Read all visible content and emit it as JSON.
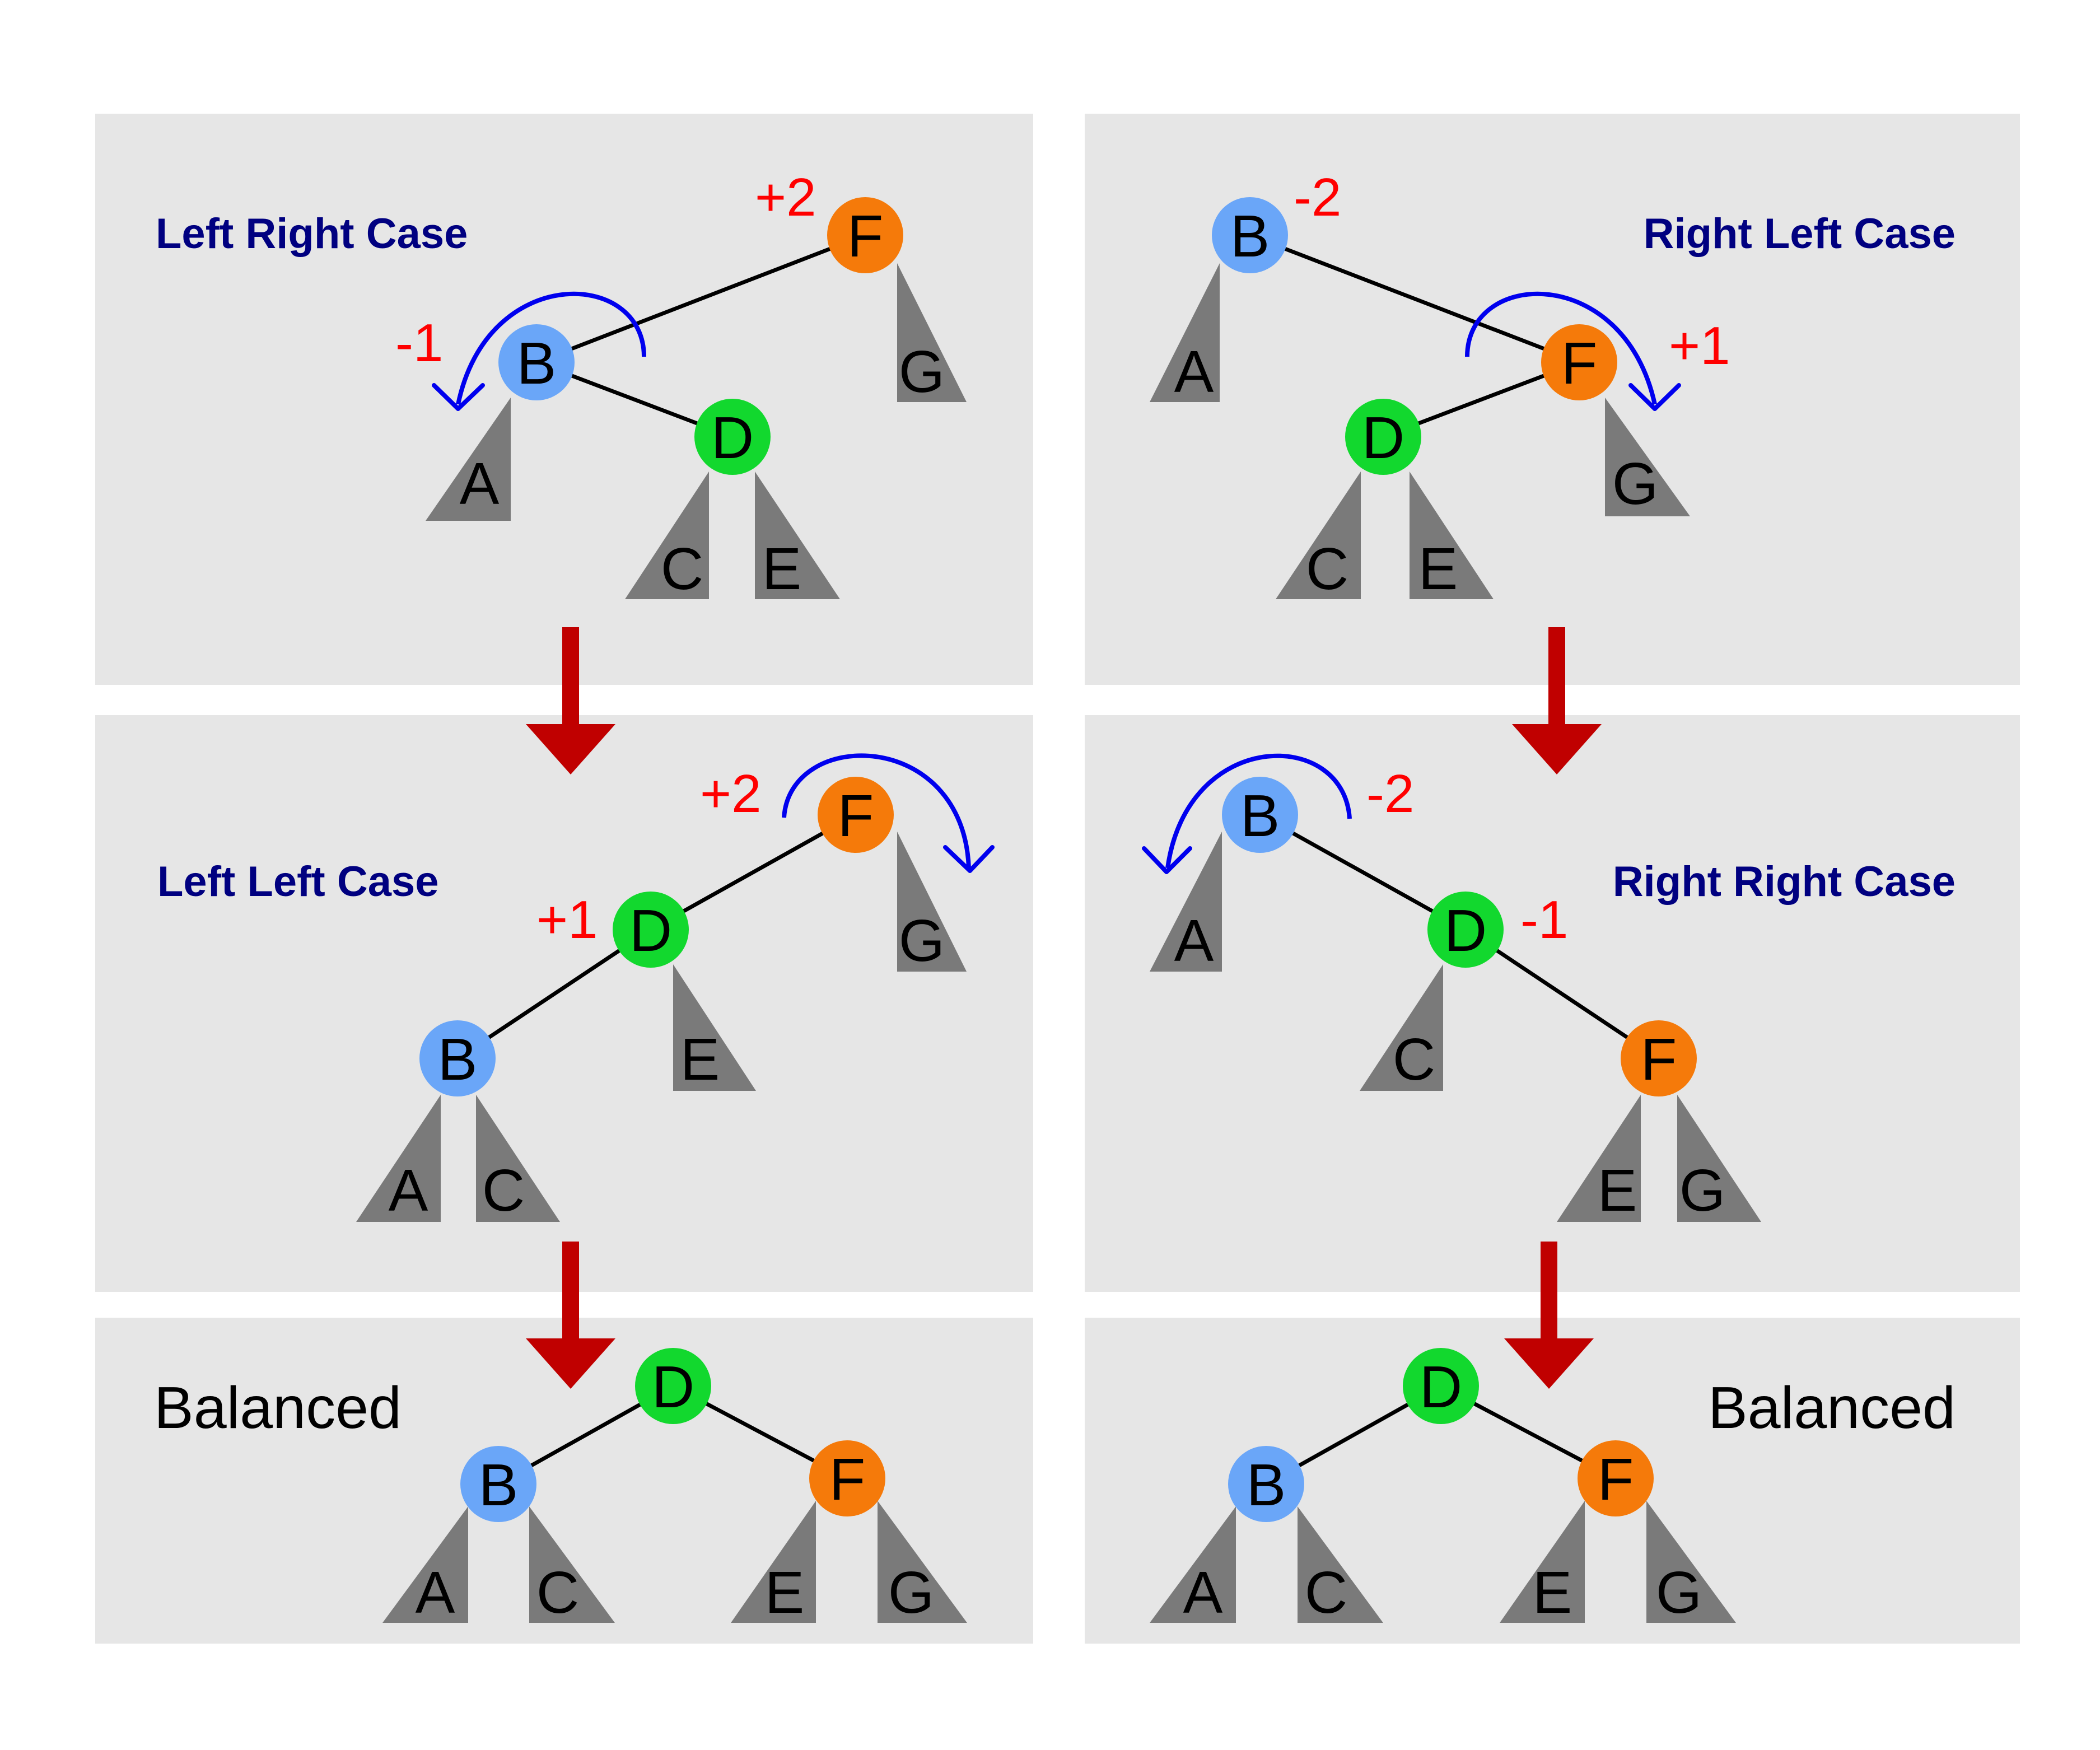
{
  "colors": {
    "panel_bg": "#e6e6e6",
    "node_b": "#6aa6f8",
    "node_d": "#12d82e",
    "node_f": "#f57a0a",
    "subtree": "#7a7a7a",
    "rotation_arrow": "#0000ee",
    "flow_arrow": "#c00000",
    "balance_factor": "#ff0000",
    "case_title": "#000080"
  },
  "icons": {
    "subtree": "triangle-icon",
    "rotation": "curved-arrow-icon",
    "step": "down-arrow-icon"
  },
  "left_right_case": {
    "title": "Left Right Case",
    "nodes": {
      "f": "F",
      "b": "B",
      "d": "D"
    },
    "balances": {
      "f": "+2",
      "b": "-1"
    },
    "subtrees": {
      "a": "A",
      "c": "C",
      "e": "E",
      "g": "G"
    }
  },
  "left_left_case": {
    "title": "Left Left Case",
    "nodes": {
      "f": "F",
      "d": "D",
      "b": "B"
    },
    "balances": {
      "f": "+2",
      "d": "+1"
    },
    "subtrees": {
      "a": "A",
      "c": "C",
      "e": "E",
      "g": "G"
    }
  },
  "left_balanced": {
    "title": "Balanced",
    "nodes": {
      "d": "D",
      "b": "B",
      "f": "F"
    },
    "subtrees": {
      "a": "A",
      "c": "C",
      "e": "E",
      "g": "G"
    }
  },
  "right_left_case": {
    "title": "Right Left Case",
    "nodes": {
      "b": "B",
      "f": "F",
      "d": "D"
    },
    "balances": {
      "b": "-2",
      "f": "+1"
    },
    "subtrees": {
      "a": "A",
      "c": "C",
      "e": "E",
      "g": "G"
    }
  },
  "right_right_case": {
    "title": "Right Right Case",
    "nodes": {
      "b": "B",
      "d": "D",
      "f": "F"
    },
    "balances": {
      "b": "-2",
      "d": "-1"
    },
    "subtrees": {
      "a": "A",
      "c": "C",
      "e": "E",
      "g": "G"
    }
  },
  "right_balanced": {
    "title": "Balanced",
    "nodes": {
      "d": "D",
      "b": "B",
      "f": "F"
    },
    "subtrees": {
      "a": "A",
      "c": "C",
      "e": "E",
      "g": "G"
    }
  }
}
